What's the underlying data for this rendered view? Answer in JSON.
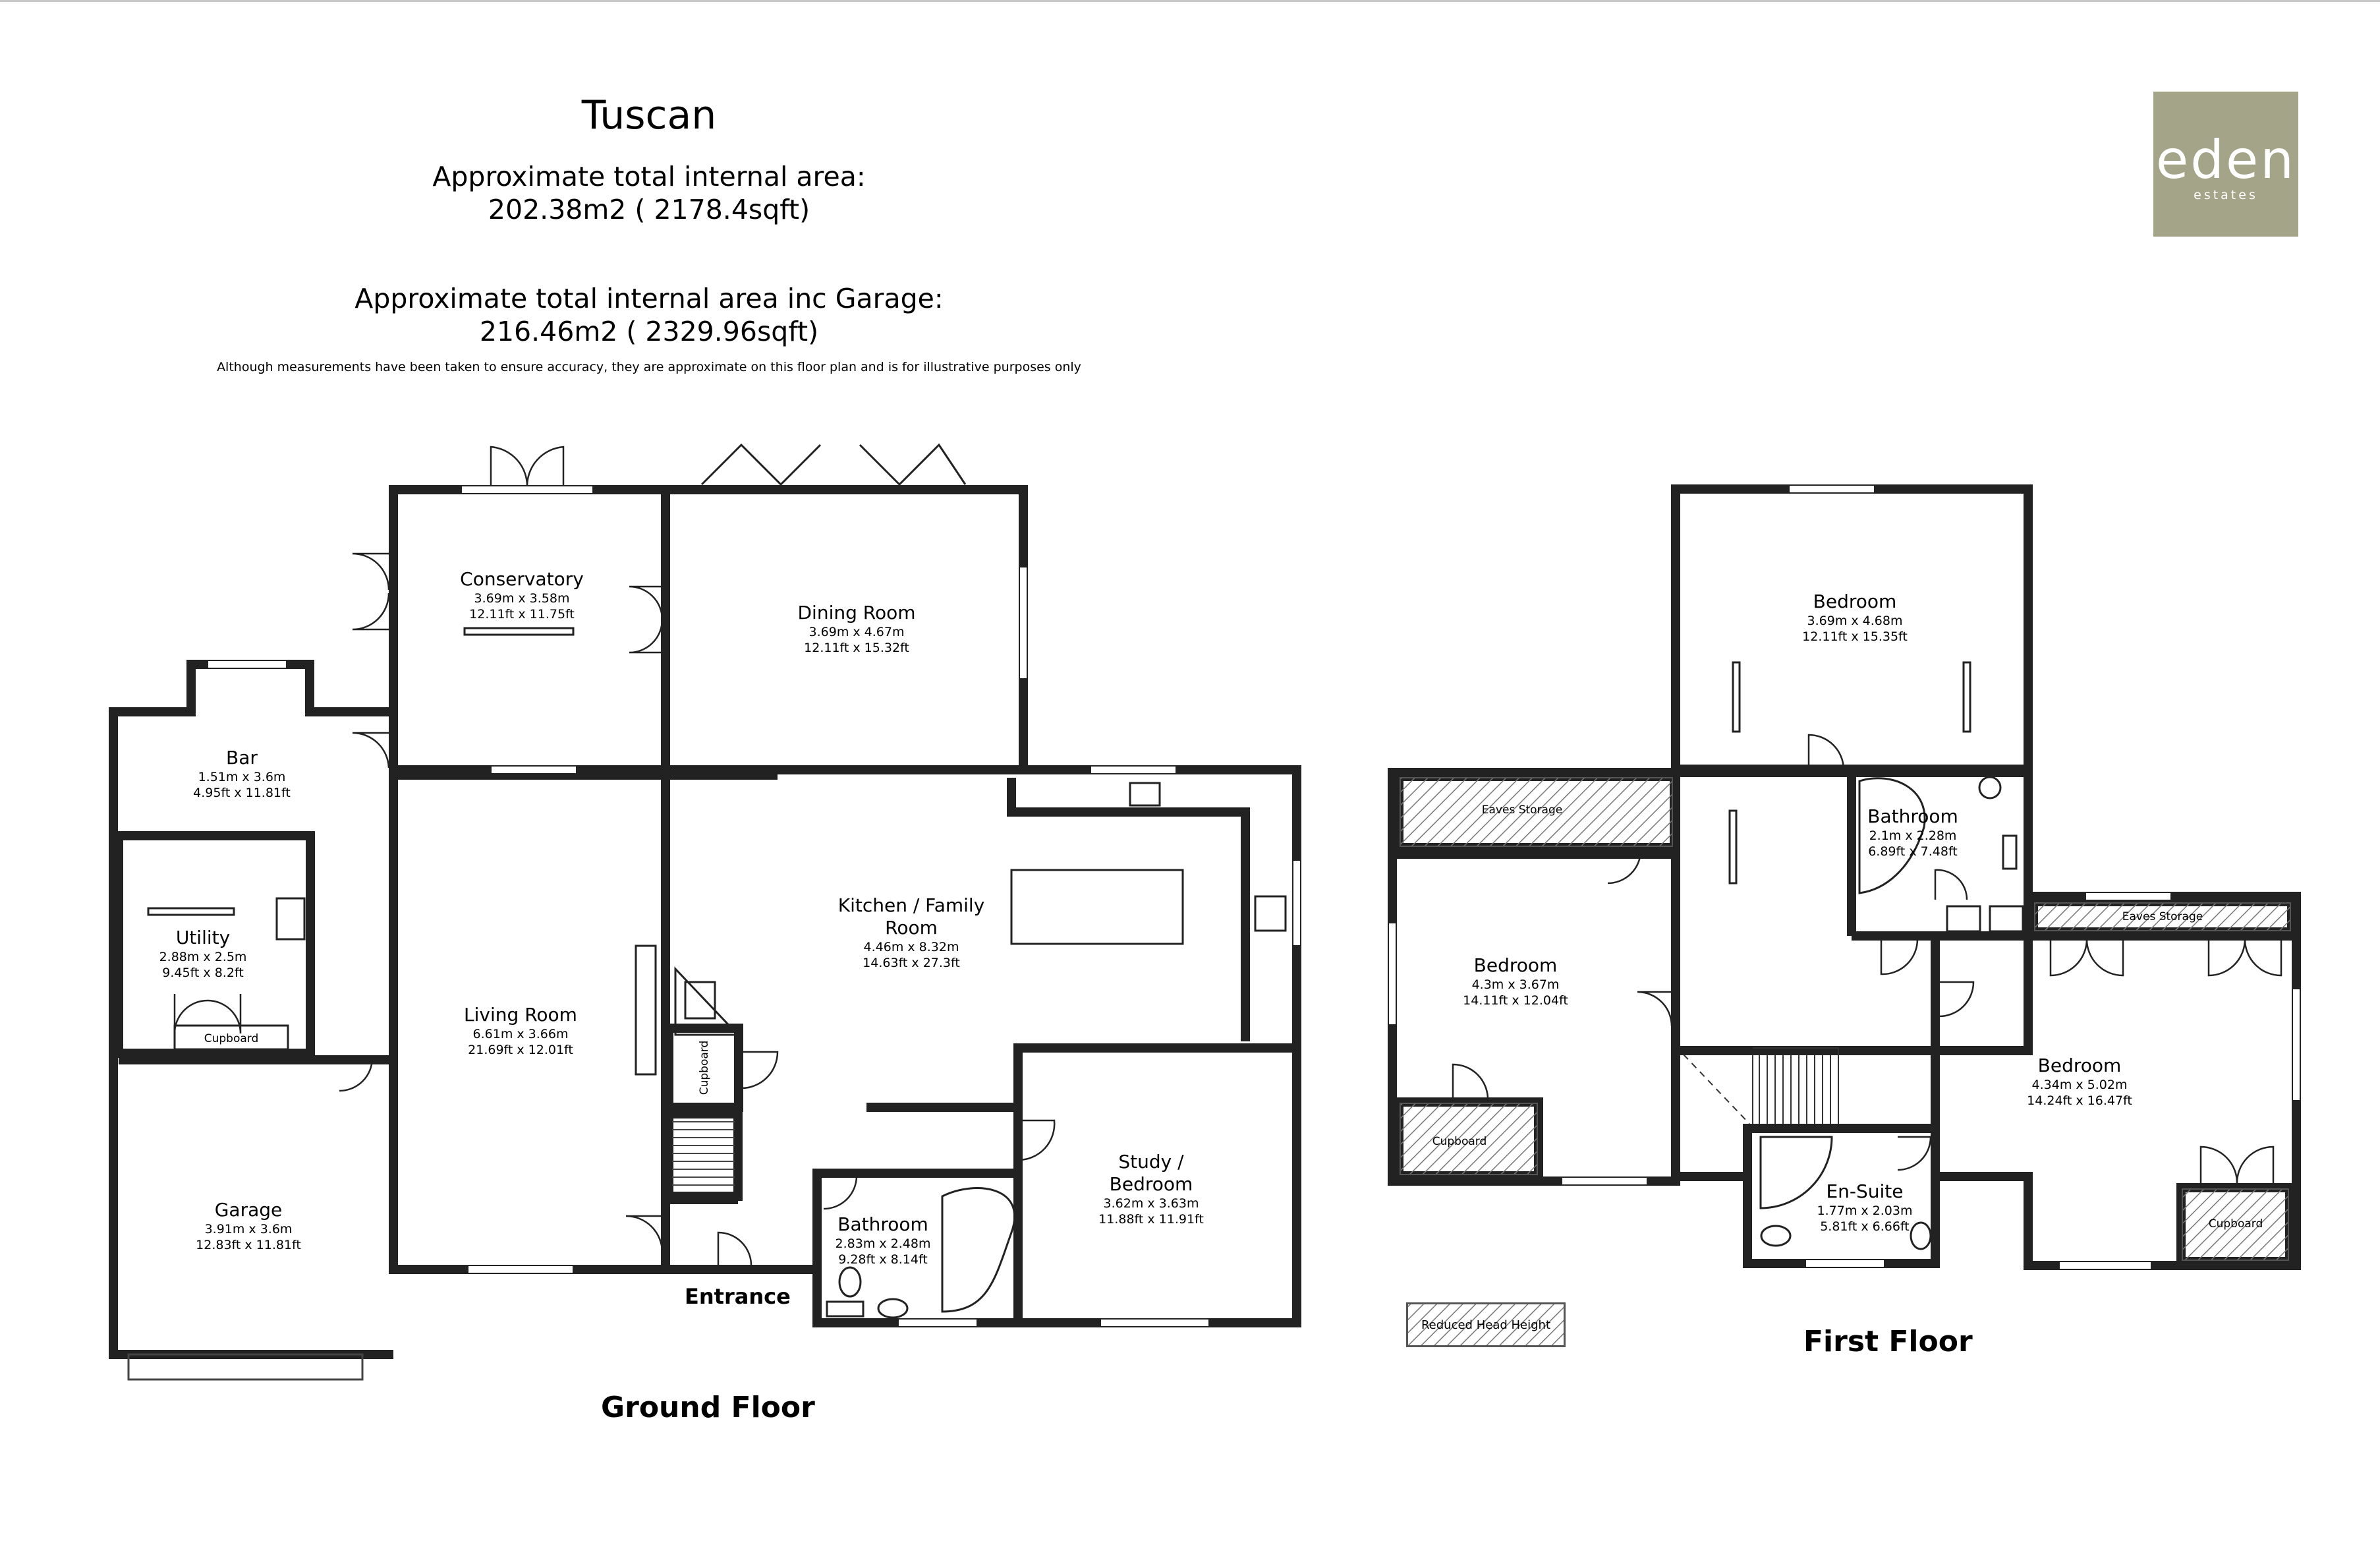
{
  "header": {
    "title": "Tuscan",
    "area_line1": "Approximate total internal area:",
    "area_line2": "202.38m2 ( 2178.4sqft)",
    "garage_line1": "Approximate total internal area inc Garage:",
    "garage_line2": "216.46m2 ( 2329.96sqft)",
    "disclaimer": "Although measurements have been taken to ensure accuracy, they are approximate on this floor plan and is for illustrative purposes only"
  },
  "logo": {
    "word": "eden",
    "sub": "estates",
    "color": "#a3a488"
  },
  "floors": {
    "ground": "Ground Floor",
    "first": "First Floor"
  },
  "entrance": "Entrance",
  "legend": {
    "label": "Reduced Head Height"
  },
  "rooms": {
    "conservatory": {
      "name": "Conservatory",
      "metric": "3.69m x 3.58m",
      "imperial": "12.11ft x 11.75ft"
    },
    "dining": {
      "name": "Dining Room",
      "metric": "3.69m x 4.67m",
      "imperial": "12.11ft x 15.32ft"
    },
    "bar": {
      "name": "Bar",
      "metric": "1.51m x 3.6m",
      "imperial": "4.95ft x 11.81ft"
    },
    "utility": {
      "name": "Utility",
      "metric": "2.88m x 2.5m",
      "imperial": "9.45ft x 8.2ft"
    },
    "utility_cupboard": {
      "name": "Cupboard"
    },
    "kitchen": {
      "name1": "Kitchen / Family",
      "name2": "Room",
      "metric": "4.46m x 8.32m",
      "imperial": "14.63ft x 27.3ft"
    },
    "living": {
      "name": "Living Room",
      "metric": "6.61m x 3.66m",
      "imperial": "21.69ft x 12.01ft"
    },
    "hall_cupboard": {
      "name": "Cupboard"
    },
    "garage": {
      "name": "Garage",
      "metric": "3.91m x 3.6m",
      "imperial": "12.83ft x 11.81ft"
    },
    "study": {
      "name1": "Study /",
      "name2": "Bedroom",
      "metric": "3.62m x 3.63m",
      "imperial": "11.88ft x 11.91ft"
    },
    "ground_bathroom": {
      "name": "Bathroom",
      "metric": "2.83m x 2.48m",
      "imperial": "9.28ft x 8.14ft"
    },
    "bedroom_top": {
      "name": "Bedroom",
      "metric": "3.69m x 4.68m",
      "imperial": "12.11ft x 15.35ft"
    },
    "eaves_left": {
      "name": "Eaves Storage"
    },
    "eaves_right": {
      "name": "Eaves Storage"
    },
    "first_bathroom": {
      "name": "Bathroom",
      "metric": "2.1m x 2.28m",
      "imperial": "6.89ft x 7.48ft"
    },
    "bedroom_left": {
      "name": "Bedroom",
      "metric": "4.3m x 3.67m",
      "imperial": "14.11ft x 12.04ft"
    },
    "bedroom_left_cupboard": {
      "name": "Cupboard"
    },
    "bedroom_right": {
      "name": "Bedroom",
      "metric": "4.34m x 5.02m",
      "imperial": "14.24ft x 16.47ft"
    },
    "bedroom_right_cupboard": {
      "name": "Cupboard"
    },
    "ensuite": {
      "name": "En-Suite",
      "metric": "1.77m x 2.03m",
      "imperial": "5.81ft x 6.66ft"
    }
  }
}
